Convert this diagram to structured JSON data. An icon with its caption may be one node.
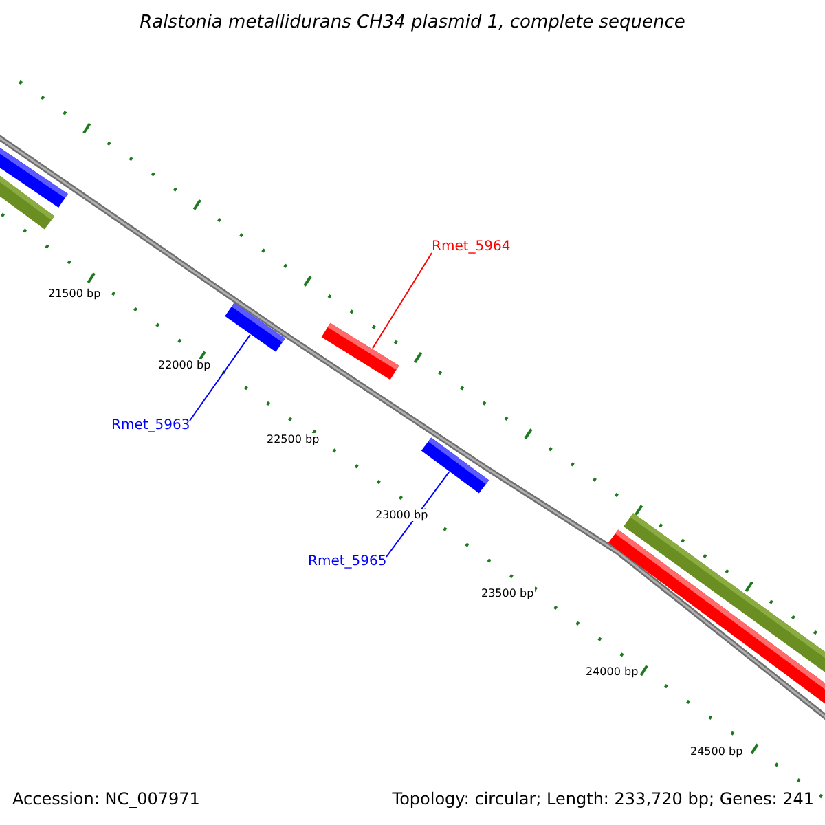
{
  "diagram": {
    "title": "Ralstonia metallidurans CH34 plasmid 1, complete sequence",
    "nodes": [
      {
        "text": [],
        "shape": "bar"
      },
      {
        "text": [],
        "shape": "bar"
      },
      {
        "text": [
          "Rmet_5964"
        ]
      },
      {
        "text": [],
        "shape": "bar"
      },
      {
        "text": [],
        "shape": "bar"
      },
      {
        "text": [
          "Rmet_5963"
        ]
      },
      {
        "text": [],
        "shape": "bar"
      },
      {
        "text": [
          "Rmet_5965"
        ]
      },
      {
        "text": [],
        "shape": "bar"
      },
      {
        "text": [],
        "shape": "bar"
      }
    ],
    "edges": [
      {
        "from": 2,
        "to": 3,
        "arrow": "none",
        "color": "#ff0000"
      },
      {
        "from": 5,
        "to": 4,
        "arrow": "none",
        "color": "#0000ff"
      },
      {
        "from": 7,
        "to": 6,
        "arrow": "none",
        "color": "#0000ff"
      }
    ],
    "labels": [
      "21500 bp",
      "22000 bp",
      "22500 bp",
      "23000 bp",
      "23500 bp",
      "24000 bp",
      "24500 bp",
      "Accession: NC_007971",
      "Topology: circular; Length: 233,720 bp; Genes: 241"
    ]
  }
}
